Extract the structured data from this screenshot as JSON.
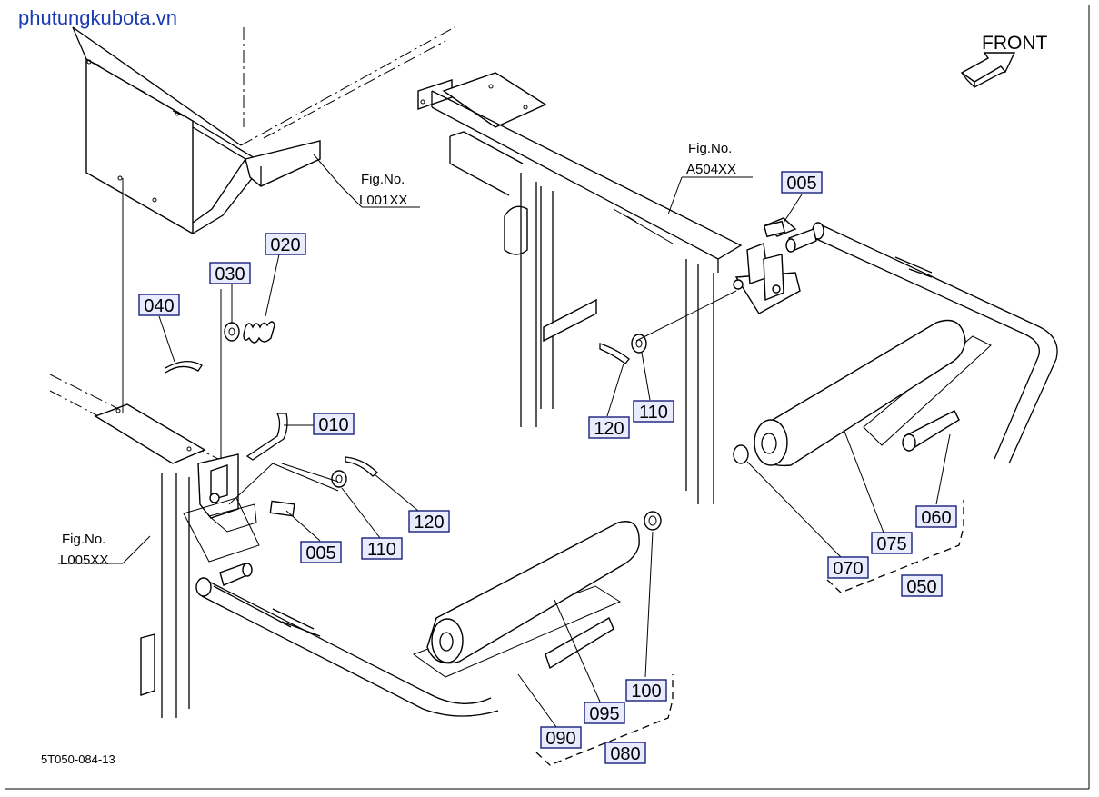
{
  "watermark": "phutungkubota.vn",
  "direction_label": "FRONT",
  "drawing_id": "5T050-084-13",
  "figure_refs": [
    {
      "line1": "Fig.No.",
      "line2": "L001XX"
    },
    {
      "line1": "Fig.No.",
      "line2": "A504XX"
    },
    {
      "line1": "Fig.No.",
      "line2": "L005XX"
    }
  ],
  "callouts": [
    "005",
    "020",
    "030",
    "040",
    "010",
    "120",
    "110",
    "120",
    "110",
    "005",
    "060",
    "075",
    "070",
    "050",
    "100",
    "095",
    "090",
    "080"
  ],
  "colors": {
    "callout_border": "#17207a",
    "callout_fill": "#e9ecff",
    "watermark": "#1c3bb3"
  }
}
